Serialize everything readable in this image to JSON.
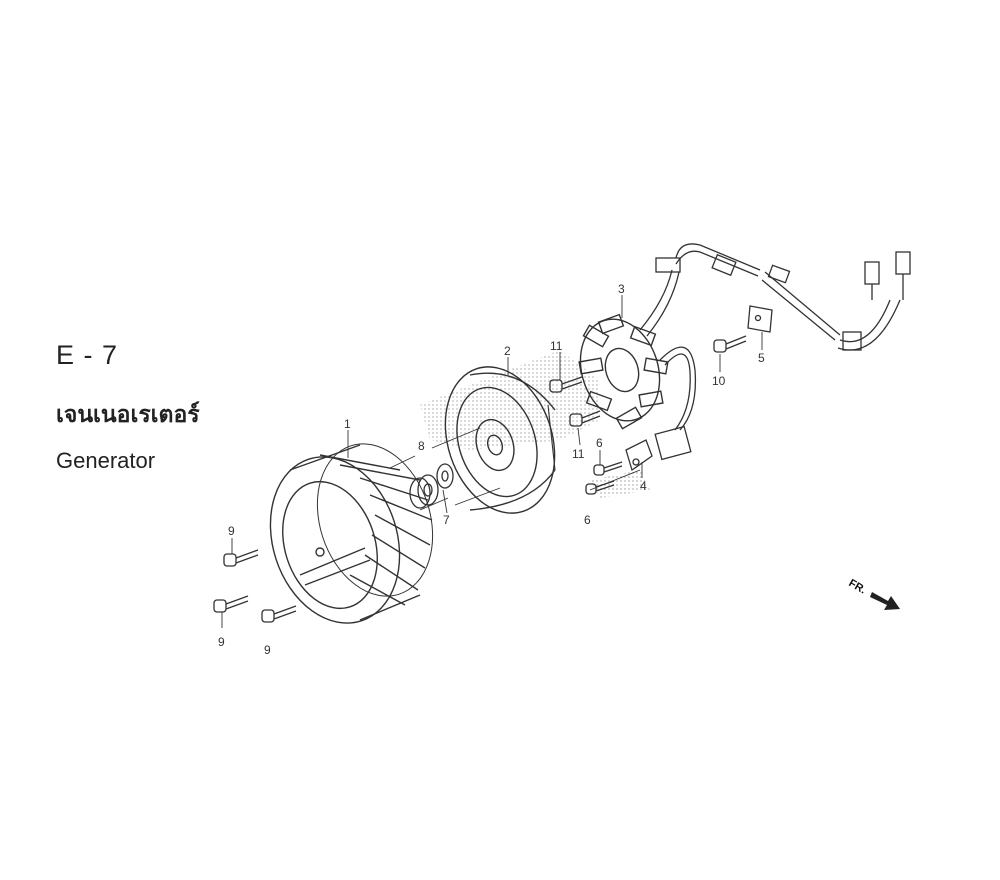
{
  "header": {
    "section_code": "E - 7",
    "title_th": "เจนเนอเรเตอร์",
    "title_en": "Generator"
  },
  "callouts": {
    "c1": "1",
    "c2": "2",
    "c3": "3",
    "c4": "4",
    "c5": "5",
    "c6a": "6",
    "c6b": "6",
    "c7": "7",
    "c8": "8",
    "c9a": "9",
    "c9b": "9",
    "c9c": "9",
    "c10": "10",
    "c11a": "11",
    "c11b": "11"
  },
  "orientation": {
    "label": "FR."
  },
  "colors": {
    "line": "#333333",
    "dots": "#b8b8b8"
  }
}
